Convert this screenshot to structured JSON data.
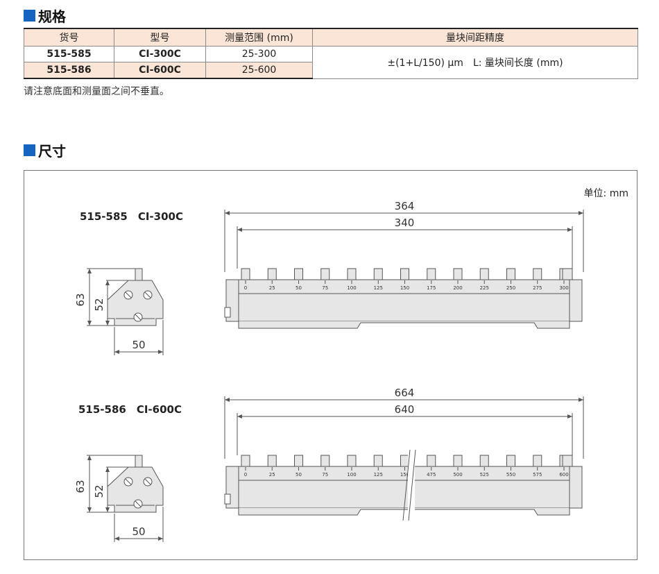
{
  "spec": {
    "section_title": "规格",
    "headers": [
      "货号",
      "型号",
      "测量范围 (mm)",
      "量块间距精度"
    ],
    "rows": [
      {
        "code": "515-585",
        "model": "CI-300C",
        "range": "25-300"
      },
      {
        "code": "515-586",
        "model": "CI-600C",
        "range": "25-600"
      }
    ],
    "accuracy": "±(1+L/150) μm　L: 量块间长度 (mm)",
    "note": "请注意底面和测量面之间不垂直。"
  },
  "dimensions": {
    "section_title": "尺寸",
    "unit": "单位: mm",
    "models": [
      {
        "label": "515-585　CI-300C",
        "height_total": "63",
        "height_body": "52",
        "width": "50",
        "length_total": "364",
        "length_inner": "340",
        "scale": [
          "0",
          "25",
          "50",
          "75",
          "100",
          "125",
          "150",
          "175",
          "200",
          "225",
          "250",
          "275",
          "300"
        ]
      },
      {
        "label": "515-586　CI-600C",
        "height_total": "63",
        "height_body": "52",
        "width": "50",
        "length_total": "664",
        "length_inner": "640",
        "scale": [
          "0",
          "25",
          "50",
          "75",
          "100",
          "125",
          "150",
          "475",
          "500",
          "525",
          "550",
          "575",
          "600"
        ]
      }
    ]
  },
  "colors": {
    "accent": "#1565c0",
    "header_bg": "#fbe5d6",
    "part_fill": "#e6e6e6",
    "line": "#555555"
  }
}
